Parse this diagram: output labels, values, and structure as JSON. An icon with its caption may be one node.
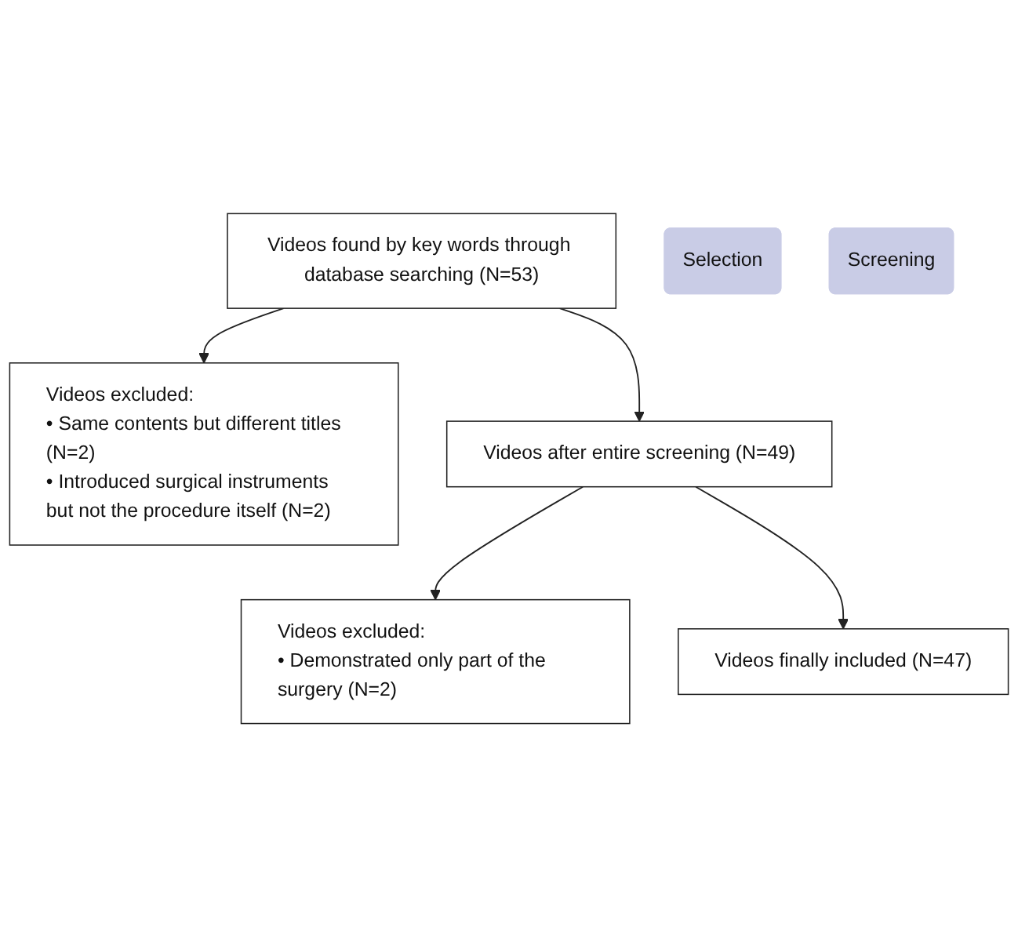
{
  "diagram": {
    "nodes": [
      {
        "text": [
          "Videos found by key words through database searching (N=53)"
        ]
      },
      {
        "text": [
          "Selection"
        ]
      },
      {
        "text": [
          "Videos excluded:",
          "• Same contents but different titles (N=2)",
          "• Introduced surgical instruments but not the procedure itself (N=2)"
        ]
      },
      {
        "text": [
          "Videos after entire screening (N=49)"
        ]
      },
      {
        "text": [
          "Screening"
        ]
      },
      {
        "text": [
          "Videos excluded:",
          "• Demonstrated only part of the surgery (N=2)"
        ]
      },
      {
        "text": [
          "Videos finally included (N=47)"
        ]
      }
    ],
    "edges": [
      {
        "from": 0,
        "to": 2,
        "arrow": "to"
      },
      {
        "from": 0,
        "to": 3,
        "arrow": "to"
      },
      {
        "from": 3,
        "to": 5,
        "arrow": "to"
      },
      {
        "from": 3,
        "to": 6,
        "arrow": "to"
      }
    ]
  }
}
